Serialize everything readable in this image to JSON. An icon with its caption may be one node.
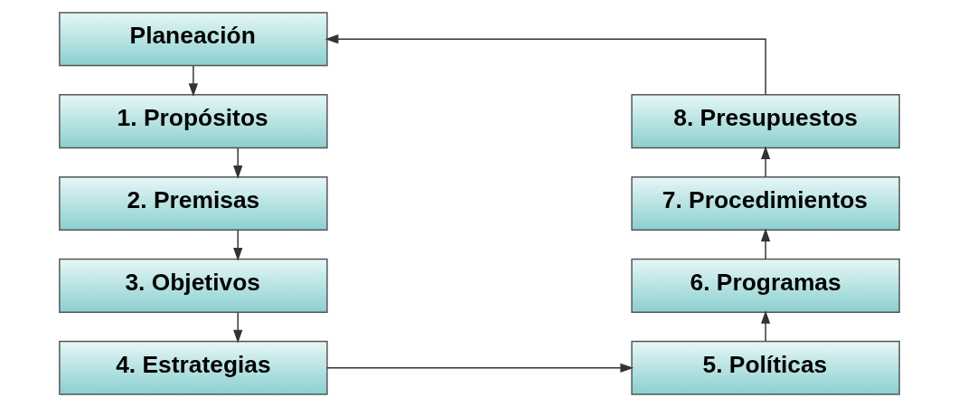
{
  "diagram": {
    "nodes": [
      {
        "text": [
          "Planeación"
        ]
      },
      {
        "text": [
          "1. Propósitos"
        ]
      },
      {
        "text": [
          "2. Premisas"
        ]
      },
      {
        "text": [
          "3. Objetivos"
        ]
      },
      {
        "text": [
          "4. Estrategias"
        ]
      },
      {
        "text": [
          "5. Políticas"
        ]
      },
      {
        "text": [
          "6. Programas"
        ]
      },
      {
        "text": [
          "7. Procedimientos"
        ]
      },
      {
        "text": [
          "8. Presupuestos"
        ]
      }
    ],
    "edges": [
      {
        "from": 0,
        "to": 1,
        "arrow": "to"
      },
      {
        "from": 1,
        "to": 2,
        "arrow": "to"
      },
      {
        "from": 2,
        "to": 3,
        "arrow": "to"
      },
      {
        "from": 3,
        "to": 4,
        "arrow": "to"
      },
      {
        "from": 4,
        "to": 5,
        "arrow": "to"
      },
      {
        "from": 5,
        "to": 6,
        "arrow": "to"
      },
      {
        "from": 6,
        "to": 7,
        "arrow": "to"
      },
      {
        "from": 7,
        "to": 8,
        "arrow": "to"
      },
      {
        "from": 8,
        "to": 0,
        "arrow": "to"
      }
    ]
  }
}
